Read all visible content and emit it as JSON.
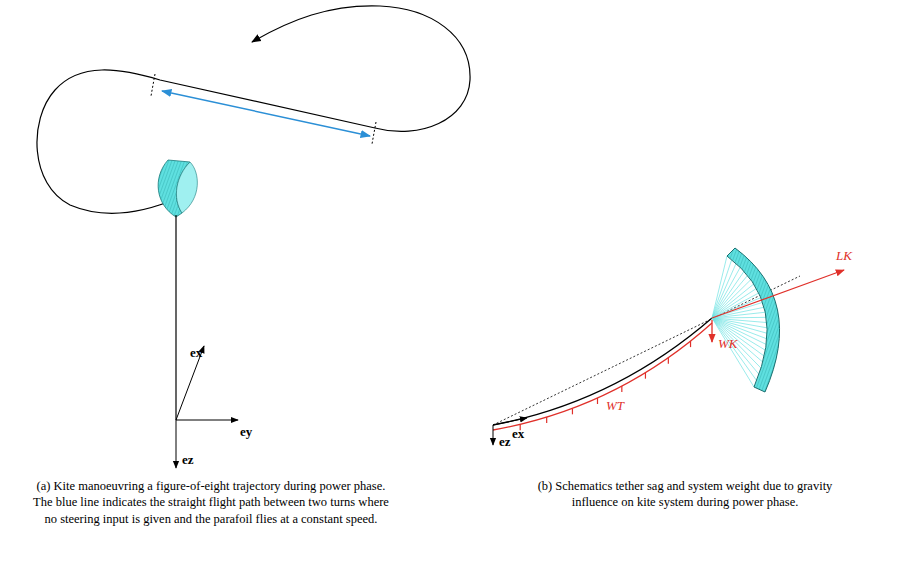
{
  "diagram": {
    "labels": [
      "ex",
      "ey",
      "ez",
      "LK",
      "WK",
      "WT",
      "ex",
      "ez",
      "(a) Kite manoeuvring a figure-of-eight trajectory during power phase. The blue line indicates the straight flight path between two turns where no steering input is given and the parafoil flies at a constant speed.",
      "(b) Schematics tether sag and system weight due to gravity influence on kite system during power phase."
    ]
  }
}
